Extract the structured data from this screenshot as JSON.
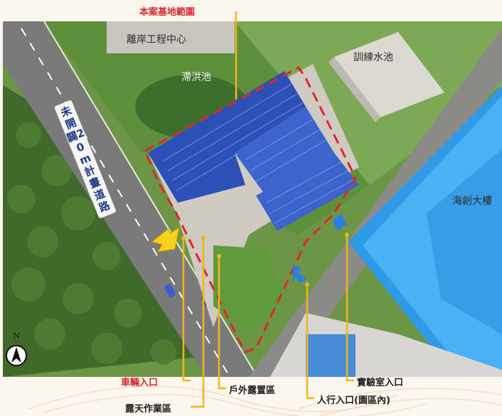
{
  "labels": {
    "site_boundary": "本案基地範圍",
    "offshore_center": "離岸工程中心",
    "detention_pond": "滯洪池",
    "training_pool": "訓練水池",
    "haichuang_building": "海創大樓",
    "road_name": "未開闢20m計畫道路",
    "vehicle_entrance": "車輛入口",
    "outdoor_storage": "戶外露置區",
    "lab_entrance": "實驗室入口",
    "outdoor_work_area": "露天作業區",
    "pedestrian_entrance": "人行入口(園區內)",
    "north": "N"
  },
  "colors": {
    "boundary_red": "#e0262c",
    "callout_line": "#f2b51b",
    "callout_red_text": "#d7282f",
    "road": "#7a7a7a",
    "sea_blue": "#2f9ae8",
    "solar_blue": "#2c4fb8",
    "grass": "#5e8f3b"
  }
}
